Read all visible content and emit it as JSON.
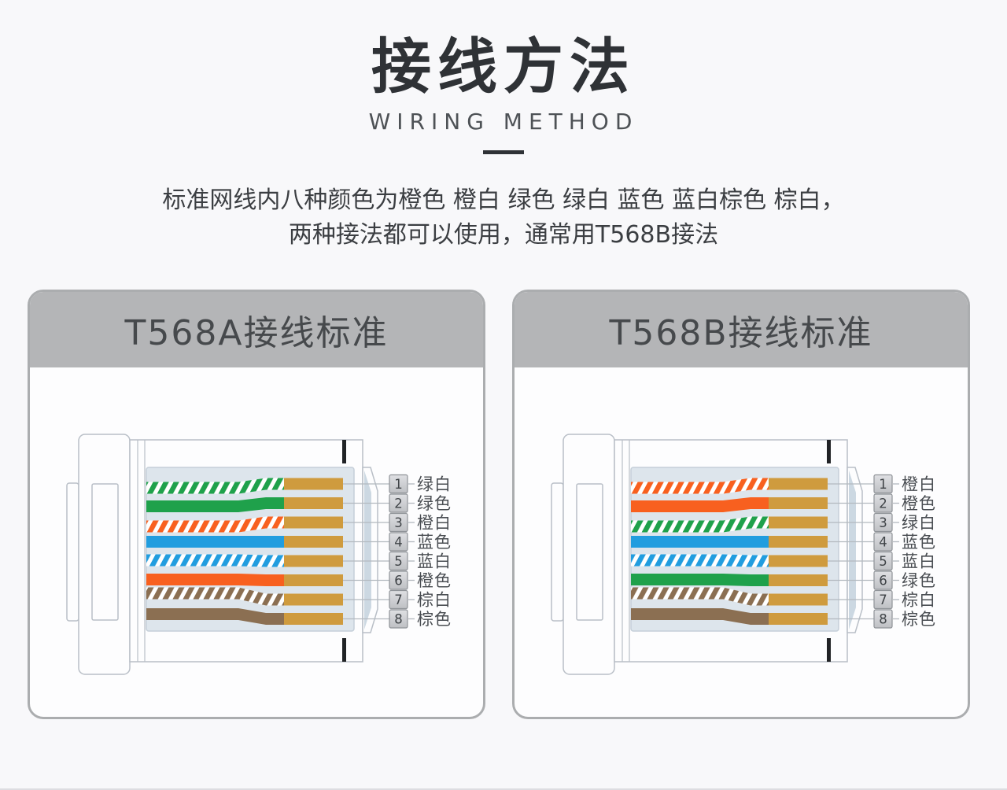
{
  "header": {
    "title": "接线方法",
    "subtitle": "WIRING METHOD",
    "description_line1": "标准网线内八种颜色为橙色 橙白 绿色 绿白 蓝色 蓝白棕色 棕白，",
    "description_line2": "两种接法都可以使用，通常用T568B接法"
  },
  "colors": {
    "page_bg": "#f8f8fa",
    "text_dark": "#2f3236",
    "text_body": "#3b3e42",
    "header_bg": "#b4b5b7",
    "panel_border": "#abadaf",
    "panel_title": "#46494c",
    "outline": "#b9bfc7",
    "wire_area_bg": "#dde5ec",
    "wire_area_border": "#c5cfd9",
    "nose_shade": "#ccd8e2",
    "gold": "#cf9b3e",
    "latch": "#212326",
    "line": "#b3b9bf",
    "label_text": "#4a4e53",
    "number_text": "#3f4347",
    "number_box_border": "#8f9398",
    "green": "#1fa14b",
    "orange": "#f8601f",
    "blue": "#219ddf",
    "brown": "#8b6f52"
  },
  "panels": [
    {
      "id": "t568a",
      "title": "T568A接线标准",
      "wires": [
        {
          "pin": "1",
          "label": "绿白",
          "color": "green",
          "striped": true
        },
        {
          "pin": "2",
          "label": "绿色",
          "color": "green",
          "striped": false
        },
        {
          "pin": "3",
          "label": "橙白",
          "color": "orange",
          "striped": true
        },
        {
          "pin": "4",
          "label": "蓝色",
          "color": "blue",
          "striped": false
        },
        {
          "pin": "5",
          "label": "蓝白",
          "color": "blue",
          "striped": true
        },
        {
          "pin": "6",
          "label": "橙色",
          "color": "orange",
          "striped": false
        },
        {
          "pin": "7",
          "label": "棕白",
          "color": "brown",
          "striped": true
        },
        {
          "pin": "8",
          "label": "棕色",
          "color": "brown",
          "striped": false
        }
      ]
    },
    {
      "id": "t568b",
      "title": "T568B接线标准",
      "wires": [
        {
          "pin": "1",
          "label": "橙白",
          "color": "orange",
          "striped": true
        },
        {
          "pin": "2",
          "label": "橙色",
          "color": "orange",
          "striped": false
        },
        {
          "pin": "3",
          "label": "绿白",
          "color": "green",
          "striped": true
        },
        {
          "pin": "4",
          "label": "蓝色",
          "color": "blue",
          "striped": false
        },
        {
          "pin": "5",
          "label": "蓝白",
          "color": "blue",
          "striped": true
        },
        {
          "pin": "6",
          "label": "绿色",
          "color": "green",
          "striped": false
        },
        {
          "pin": "7",
          "label": "棕白",
          "color": "brown",
          "striped": true
        },
        {
          "pin": "8",
          "label": "棕色",
          "color": "brown",
          "striped": false
        }
      ]
    }
  ]
}
